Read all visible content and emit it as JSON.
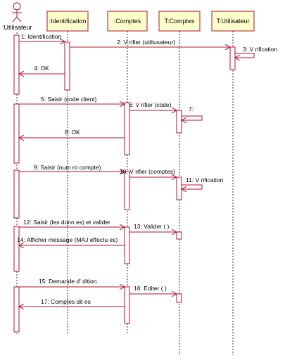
{
  "actor_label": ":Utilisateur",
  "objects": [
    {
      "label": ":Identification"
    },
    {
      "label": ":Comptes"
    },
    {
      "label": "T:Comptes"
    },
    {
      "label": "T:Utilisateur"
    }
  ],
  "messages": [
    {
      "label": "1: Identification"
    },
    {
      "label": "2: V   rifier (utiliusateur)"
    },
    {
      "label": "3: V   rification"
    },
    {
      "label": "4: OK"
    },
    {
      "label": "5: Saisir (code client)"
    },
    {
      "label": "6: V   rifier (code)"
    },
    {
      "label": "7:"
    },
    {
      "label": "8: OK"
    },
    {
      "label": "9: Saisir (num   ro compte)"
    },
    {
      "label": "10: V   rifier (comptes)"
    },
    {
      "label": "11: V   rification"
    },
    {
      "label": "12: Saisir (les donn   es) et valider"
    },
    {
      "label": "13: Valider ( )"
    },
    {
      "label": "14: Afficher message (MAJ effectu   es)"
    },
    {
      "label": "15: Demande d'   dition"
    },
    {
      "label": "16: Editer ( )"
    },
    {
      "label": "17: Comptes    dit   es"
    }
  ],
  "colors": {
    "box_fill": "#ffffcc",
    "border": "#b3122e"
  }
}
